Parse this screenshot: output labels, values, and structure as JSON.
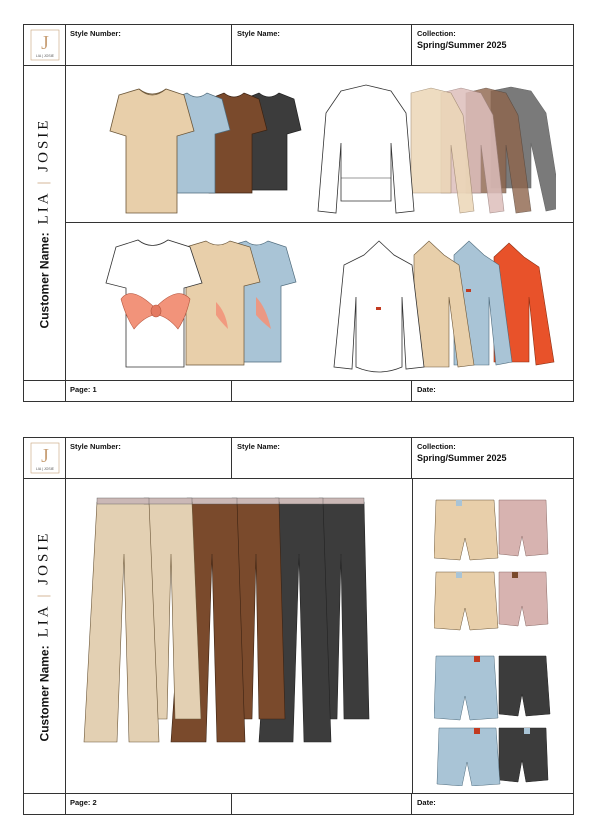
{
  "brand": {
    "monogram": "J",
    "logo_text": "LIA | JOSIE",
    "name_left": "LIA",
    "name_sep": "|",
    "name_right": "JOSIE"
  },
  "labels": {
    "style_number": "Style Number:",
    "style_name": "Style Name:",
    "collection": "Collection:",
    "customer_name": "Customer Name:",
    "date": "Date:"
  },
  "pages": [
    {
      "collection_value": "Spring/Summer 2025",
      "page_label": "Page: 1"
    },
    {
      "collection_value": "Spring/Summer 2025",
      "page_label": "Page: 2"
    }
  ],
  "colors": {
    "beige": "#e8cfaa",
    "sky": "#a9c4d6",
    "brown": "#7a4a2c",
    "charcoal": "#3c3c3c",
    "blush": "#d7b3b0",
    "orange": "#e8522a",
    "bow": "#f2937a",
    "gold": "#c9a27a"
  }
}
